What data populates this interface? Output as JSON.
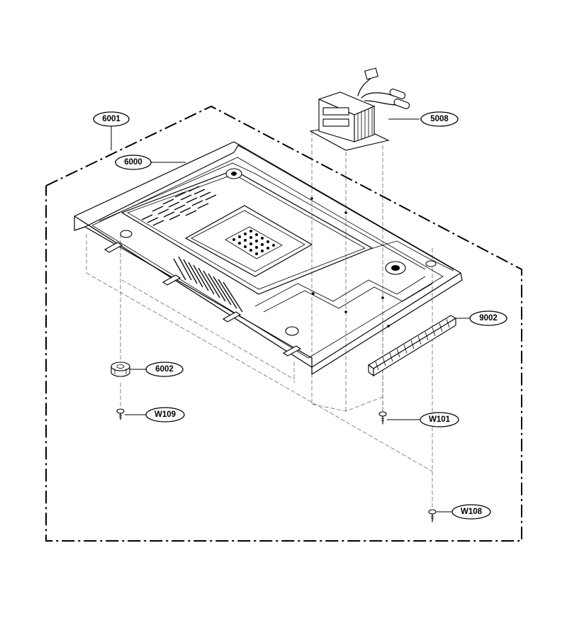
{
  "callouts": {
    "c6001": "6001",
    "c6000": "6000",
    "c5008": "5008",
    "c9002": "9002",
    "c6002": "6002",
    "cW109": "W109",
    "cW101": "W101",
    "cW108": "W108"
  }
}
